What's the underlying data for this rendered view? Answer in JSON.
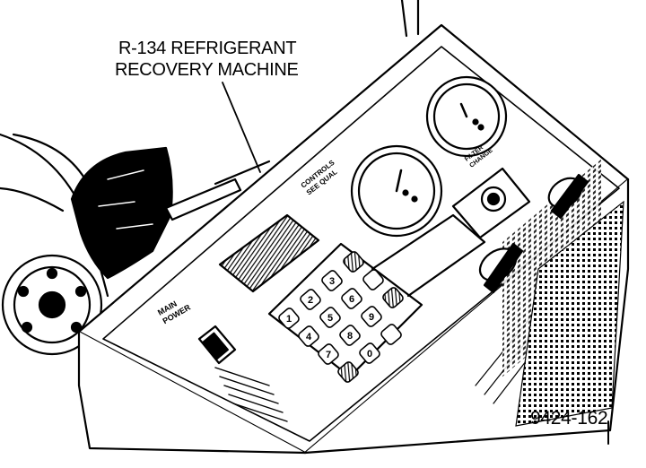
{
  "callout": {
    "line1": "R-134 REFRIGERANT",
    "line2": "RECOVERY MACHINE"
  },
  "figure_id": "9424-162",
  "panel_labels": {
    "main_power": [
      "MAIN",
      "POWER"
    ],
    "controls": [
      "CONTROLS",
      "SEE QUAL"
    ],
    "indicator": [
      "FILTER",
      "CHANGE"
    ]
  },
  "keypad": {
    "keys": [
      "1",
      "2",
      "3",
      "4",
      "5",
      "6",
      "7",
      "8",
      "9",
      "0"
    ]
  },
  "colors": {
    "ink": "#000000",
    "paper": "#ffffff"
  }
}
